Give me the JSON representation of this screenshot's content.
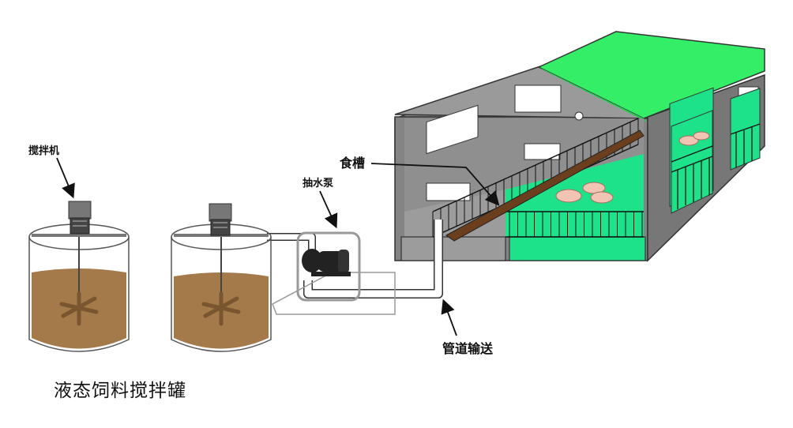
{
  "labels": {
    "mixer": "搅拌机",
    "pump": "抽水泵",
    "trough": "食槽",
    "pipeline": "管道输送",
    "tank_caption": "液态饲料搅拌罐"
  },
  "colors": {
    "feed": "#a57a4a",
    "barn_wall": "#7f7f7f",
    "floor_green": "#1ee28a",
    "roof_green": "#33ee66",
    "pipe": "#ffffff",
    "trough": "#6b3f1d"
  },
  "icons": {
    "motor": "mixer-motor-icon",
    "pump": "water-pump-icon",
    "pig": "pig-icon"
  }
}
